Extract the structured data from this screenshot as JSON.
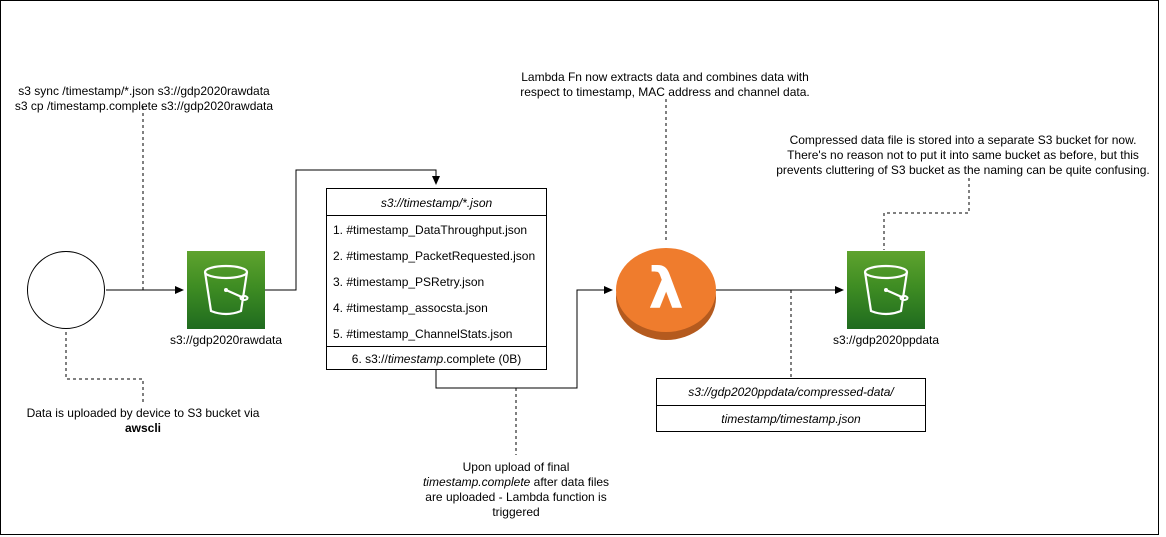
{
  "notes": {
    "sync_line1": "s3 sync /timestamp/*.json s3://gdp2020rawdata",
    "sync_line2": "s3 cp /timestamp.complete s3://gdp2020rawdata",
    "lambda_line1": "Lambda Fn now extracts data and combines data with",
    "lambda_line2": "respect to timestamp, MAC address and channel data.",
    "compressed_line1": "Compressed data file is stored into a separate S3 bucket for now.",
    "compressed_line2": "There's no reason not to put it into same bucket as before, but this",
    "compressed_line3": "prevents cluttering of S3 bucket as the naming can be quite confusing.",
    "upload_line1": "Data is uploaded by device to S3 bucket via",
    "upload_line2": "awscli",
    "trigger_line1": "Upon upload of final",
    "trigger_line2": "timestamp.complete",
    "trigger_line2_rest": " after data files",
    "trigger_line3": "are uploaded - Lambda function is",
    "trigger_line4": "triggered"
  },
  "raw_bucket": {
    "label": "s3://gdp2020rawdata",
    "icon": "s3-bucket-icon",
    "color": "#3f8d23"
  },
  "pp_bucket": {
    "label": "s3://gdp2020ppdata",
    "icon": "s3-bucket-icon",
    "color": "#3f8d23"
  },
  "lambda": {
    "icon": "lambda-icon",
    "symbol": "λ",
    "color": "#e8782c"
  },
  "json_box": {
    "header": "s3://timestamp/*.json",
    "files": [
      "1. #timestamp_DataThroughput.json",
      "2. #timestamp_PacketRequested.json",
      "3. #timestamp_PSRetry.json",
      "4. #timestamp_assocsta.json",
      "5. #timestamp_ChannelStats.json"
    ],
    "complete_prefix": "6. s3://",
    "complete_italic": "timestamp",
    "complete_suffix": ".complete (0B)"
  },
  "pp_box": {
    "header": "s3://gdp2020ppdata/compressed-data/",
    "row": "timestamp/timestamp.json"
  }
}
